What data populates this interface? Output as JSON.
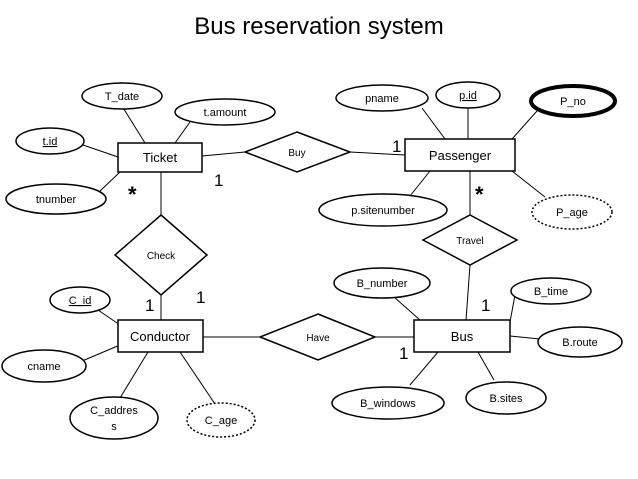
{
  "title": "Bus reservation system",
  "entities": {
    "ticket": "Ticket",
    "passenger": "Passenger",
    "conductor": "Conductor",
    "bus": "Bus"
  },
  "relationships": {
    "buy": "Buy",
    "travel": "Travel",
    "check": "Check",
    "have": "Have"
  },
  "attributes": {
    "ticket": {
      "t_date": "T_date",
      "t_amount": "t.amount",
      "t_id": "t.id",
      "tnumber": "tnumber"
    },
    "passenger": {
      "pname": "pname",
      "p_id": "p.id",
      "p_no": "P_no",
      "p_sitenumber": "p.sitenumber",
      "p_age": "P_age"
    },
    "conductor": {
      "c_id": "C_id",
      "cname": "cname",
      "c_address_1": "C_addres",
      "c_address_2": "s",
      "c_age": "C_age"
    },
    "bus": {
      "b_number": "B_number",
      "b_time": "B_time",
      "b_route": "B.route",
      "b_windows": "B_windows",
      "b_sites": "B.sites"
    }
  },
  "cardinalities": {
    "buy_passenger": "1",
    "buy_ticket": "1",
    "check_ticket": "*",
    "travel_passenger": "*",
    "check_conductor_left": "1",
    "check_conductor_right": "1",
    "have_bus": "1",
    "travel_bus": "1"
  }
}
